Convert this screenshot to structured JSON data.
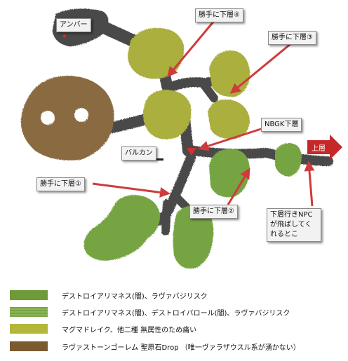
{
  "map": {
    "labels": {
      "amber": "アンバー",
      "balkan": "バルカン",
      "shortcut4": "勝手に下層④",
      "shortcut3": "勝手に下層③",
      "shortcut2": "勝手に下層②",
      "shortcut1": "勝手に下層①",
      "nbgk": "NBGK下層",
      "upper": "上層",
      "npc": "下層行きNPCが飛ばしてくれるとこ"
    }
  },
  "legend": {
    "items": [
      {
        "color": "#6f9a3a",
        "text": "デストロイアリマネス(闇)、ラヴァバジリスク"
      },
      {
        "color": "#7aa545",
        "text": "デストロイアリマネス(闇)、デストロイバロール(闇)、ラヴァバジリスク"
      },
      {
        "color": "#b4b63a",
        "text": "マグマドレイク、他二種 無属性のため痛い"
      },
      {
        "color": "#7b5a30",
        "text": "ラヴァストーンゴーレム 聖原石Drop （唯一ヴァラザウスル系が湧かない）"
      }
    ]
  },
  "colors": {
    "corridor": "#4a4a4a",
    "green_zone": "#77a443",
    "yellow_zone": "#aaaf3e",
    "brown_zone": "#8a6a40",
    "arrow": "#cf3b3b",
    "exit_arrow": "#c62828"
  }
}
